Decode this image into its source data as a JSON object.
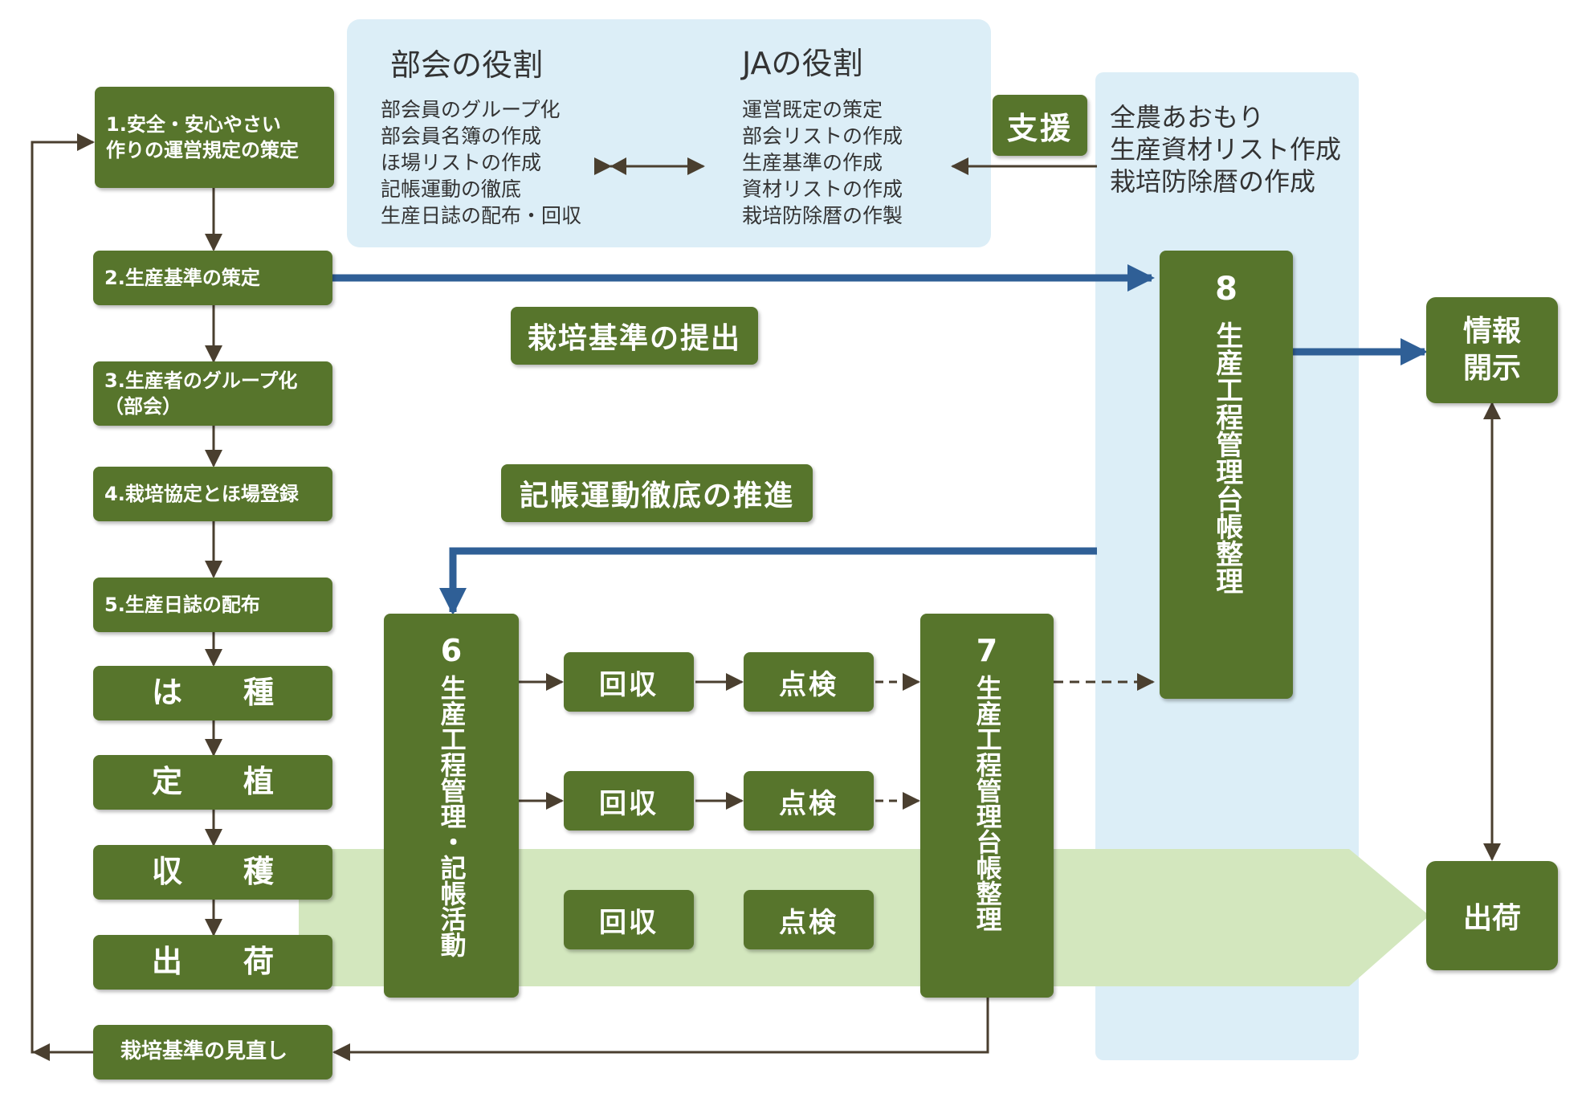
{
  "colors": {
    "box_green": "#57752c",
    "panel_blue": "#dceef7",
    "band_green": "#d3e7be",
    "blue_arrow": "#2f5f96",
    "brown_line": "#4a3f2f"
  },
  "roles_panel": {
    "bukai_title": "部会の役割",
    "bukai_items": [
      "部会員のグループ化",
      "部会員名簿の作成",
      "ほ場リストの作成",
      "記帳運動の徹底",
      "生産日誌の配布・回収"
    ],
    "ja_title": "JAの役割",
    "ja_items": [
      "運営既定の策定",
      "部会リストの作成",
      "生産基準の作成",
      "資材リストの作成",
      "栽培防除暦の作製"
    ]
  },
  "support_label": "支援",
  "zennou": {
    "lines": [
      "全農あおもり",
      "生産資材リスト作成",
      "栽培防除暦の作成"
    ]
  },
  "steps": {
    "s1_line1": "1.安全・安心やさい",
    "s1_line2": "作りの運営規定の策定",
    "s2": "2.生産基準の策定",
    "s3_line1": "3.生産者のグループ化",
    "s3_line2": "（部会）",
    "s4": "4.栽培協定とほ場登録",
    "s5": "5.生産日誌の配布",
    "s6": "は　種",
    "s7": "定　植",
    "s8": "収　穫",
    "s9": "出　荷",
    "review": "栽培基準の見直し"
  },
  "labels": {
    "submit": "栽培基準の提出",
    "promote": "記帳運動徹底の推進"
  },
  "box6": {
    "num": "6",
    "text": "生産工程管理・記帳活動"
  },
  "box7": {
    "num": "7",
    "text": "生産工程管理台帳整理"
  },
  "box8": {
    "num": "8",
    "text": "生産工程管理台帳整理"
  },
  "collect_rows": [
    {
      "collect": "回収",
      "inspect": "点検"
    },
    {
      "collect": "回収",
      "inspect": "点検"
    },
    {
      "collect": "回収",
      "inspect": "点検"
    }
  ],
  "info": {
    "line1": "情報",
    "line2": "開示"
  },
  "shipping": "出荷"
}
